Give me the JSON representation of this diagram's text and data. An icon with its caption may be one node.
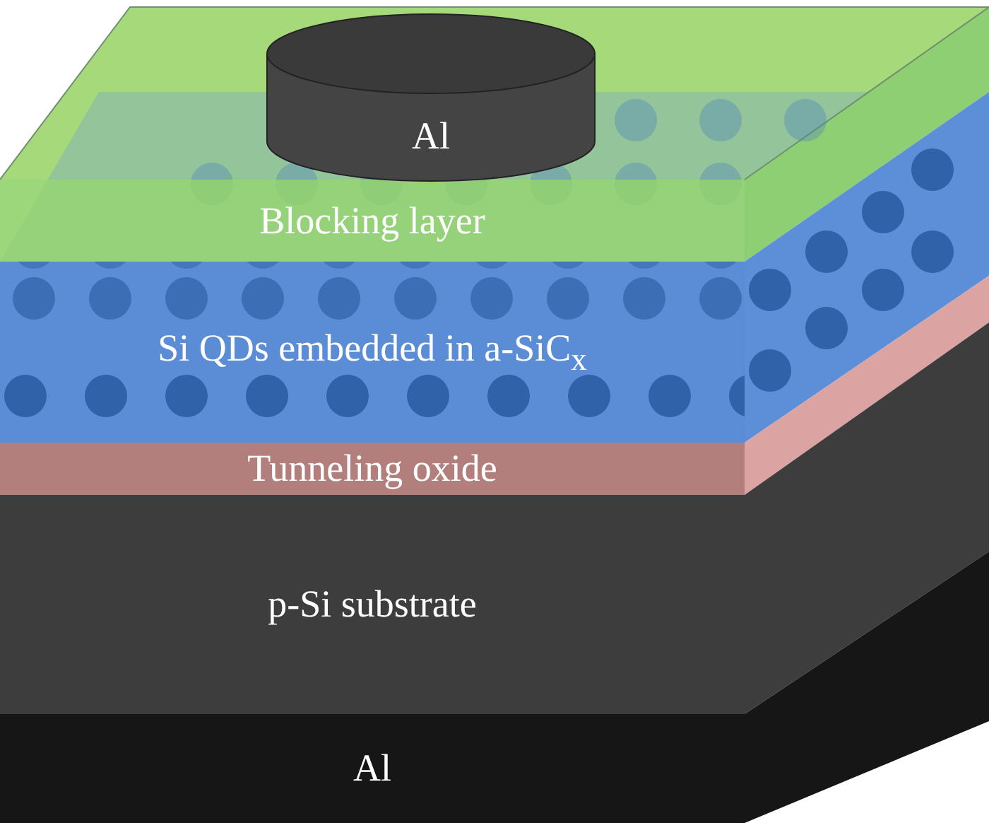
{
  "diagram": {
    "nodes": [
      {
        "text": [
          "Al"
        ]
      },
      {
        "text": [
          "Blocking layer"
        ]
      },
      {
        "text": [
          "Si QDs embedded in a-SiC$_{x}$"
        ]
      },
      {
        "text": [
          "Tunneling oxide"
        ]
      },
      {
        "text": [
          "p-Si substrate"
        ]
      },
      {
        "text": [
          "Al"
        ]
      }
    ]
  }
}
